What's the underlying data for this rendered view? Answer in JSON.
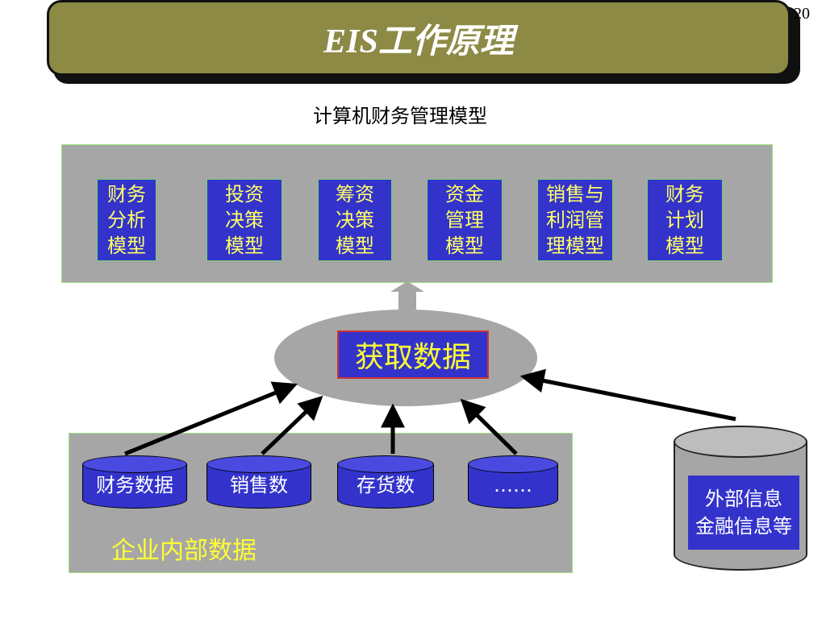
{
  "header": {
    "title": "EIS工作原理",
    "page_number": "20"
  },
  "subtitle": "计算机财务管理模型",
  "models": [
    {
      "lines": [
        "财务",
        "分析",
        "模型"
      ]
    },
    {
      "lines": [
        "投资",
        "决策",
        "模型"
      ]
    },
    {
      "lines": [
        "筹资",
        "决策",
        "模型"
      ]
    },
    {
      "lines": [
        "资金",
        "管理",
        "模型"
      ]
    },
    {
      "lines": [
        "销售与",
        "利润管",
        "理模型"
      ]
    },
    {
      "lines": [
        "财务",
        "计划",
        "模型"
      ]
    }
  ],
  "center": {
    "label": "获取数据"
  },
  "internal": {
    "label": "企业内部数据",
    "sources": [
      "财务数据",
      "销售数",
      "存货数",
      "……"
    ]
  },
  "external": {
    "lines": [
      "外部信息",
      "金融信息等"
    ]
  },
  "colors": {
    "title_bg": "#8c8a45",
    "panel_gray": "#a6a6a6",
    "box_blue": "#3333cc",
    "text_yellow": "#ffff66"
  }
}
